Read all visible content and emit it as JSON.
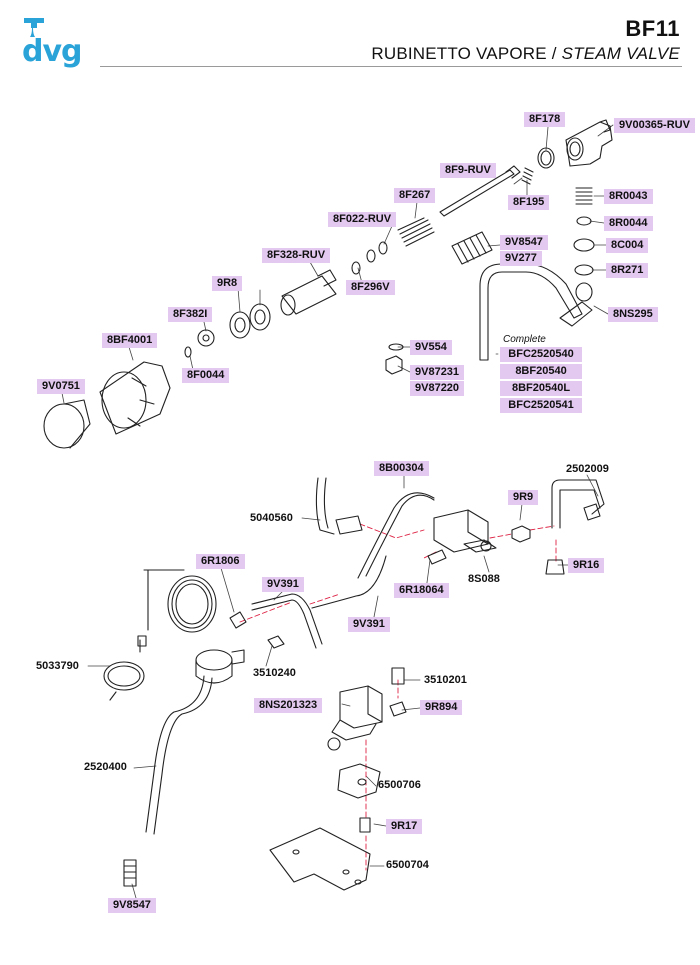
{
  "header": {
    "logo_text": "dvg",
    "model": "BF11",
    "title_it": "RUBINETTO VAPORE / ",
    "title_en": "STEAM VALVE"
  },
  "brand_color": "#2aa3d8",
  "label_fill": "#e3c8f0",
  "parts": {
    "p9V00365RUV": "9V00365-RUV",
    "p8F178": "8F178",
    "p8F9RUV": "8F9-RUV",
    "p8F195": "8F195",
    "p8R0043": "8R0043",
    "p8F267": "8F267",
    "p8R0044": "8R0044",
    "p8F022RUV": "8F022-RUV",
    "p9V8547a": "9V8547",
    "p8C004": "8C004",
    "p9V277": "9V277",
    "p8F328RUV": "8F328-RUV",
    "p8R271": "8R271",
    "p9R8": "9R8",
    "p8F296V": "8F296V",
    "p8NS295": "8NS295",
    "p8F382I": "8F382I",
    "p8BF4001": "8BF4001",
    "p9V554": "9V554",
    "p8F0044": "8F0044",
    "p9V87231": "9V87231",
    "p9V0751": "9V0751",
    "p9V87220": "9V87220",
    "complete_note": "Complete",
    "pBFC2520540": "BFC2520540",
    "p8BF20540": "8BF20540",
    "p8BF20540L": "8BF20540L",
    "pBFC2520541": "BFC2520541",
    "p8B00304": "8B00304",
    "p2502009": "2502009",
    "p9R9": "9R9",
    "p5040560": "5040560",
    "p8S088": "8S088",
    "p9R16": "9R16",
    "p6R1806": "6R1806",
    "p9V391a": "9V391",
    "p6R18064": "6R18064",
    "p9V391b": "9V391",
    "p5033790": "5033790",
    "p3510240": "3510240",
    "p3510201": "3510201",
    "p8NS201323": "8NS201323",
    "p9R894": "9R894",
    "p2520400": "2520400",
    "p6500706": "6500706",
    "p9R17": "9R17",
    "p6500704": "6500704",
    "p9V8547b": "9V8547"
  }
}
